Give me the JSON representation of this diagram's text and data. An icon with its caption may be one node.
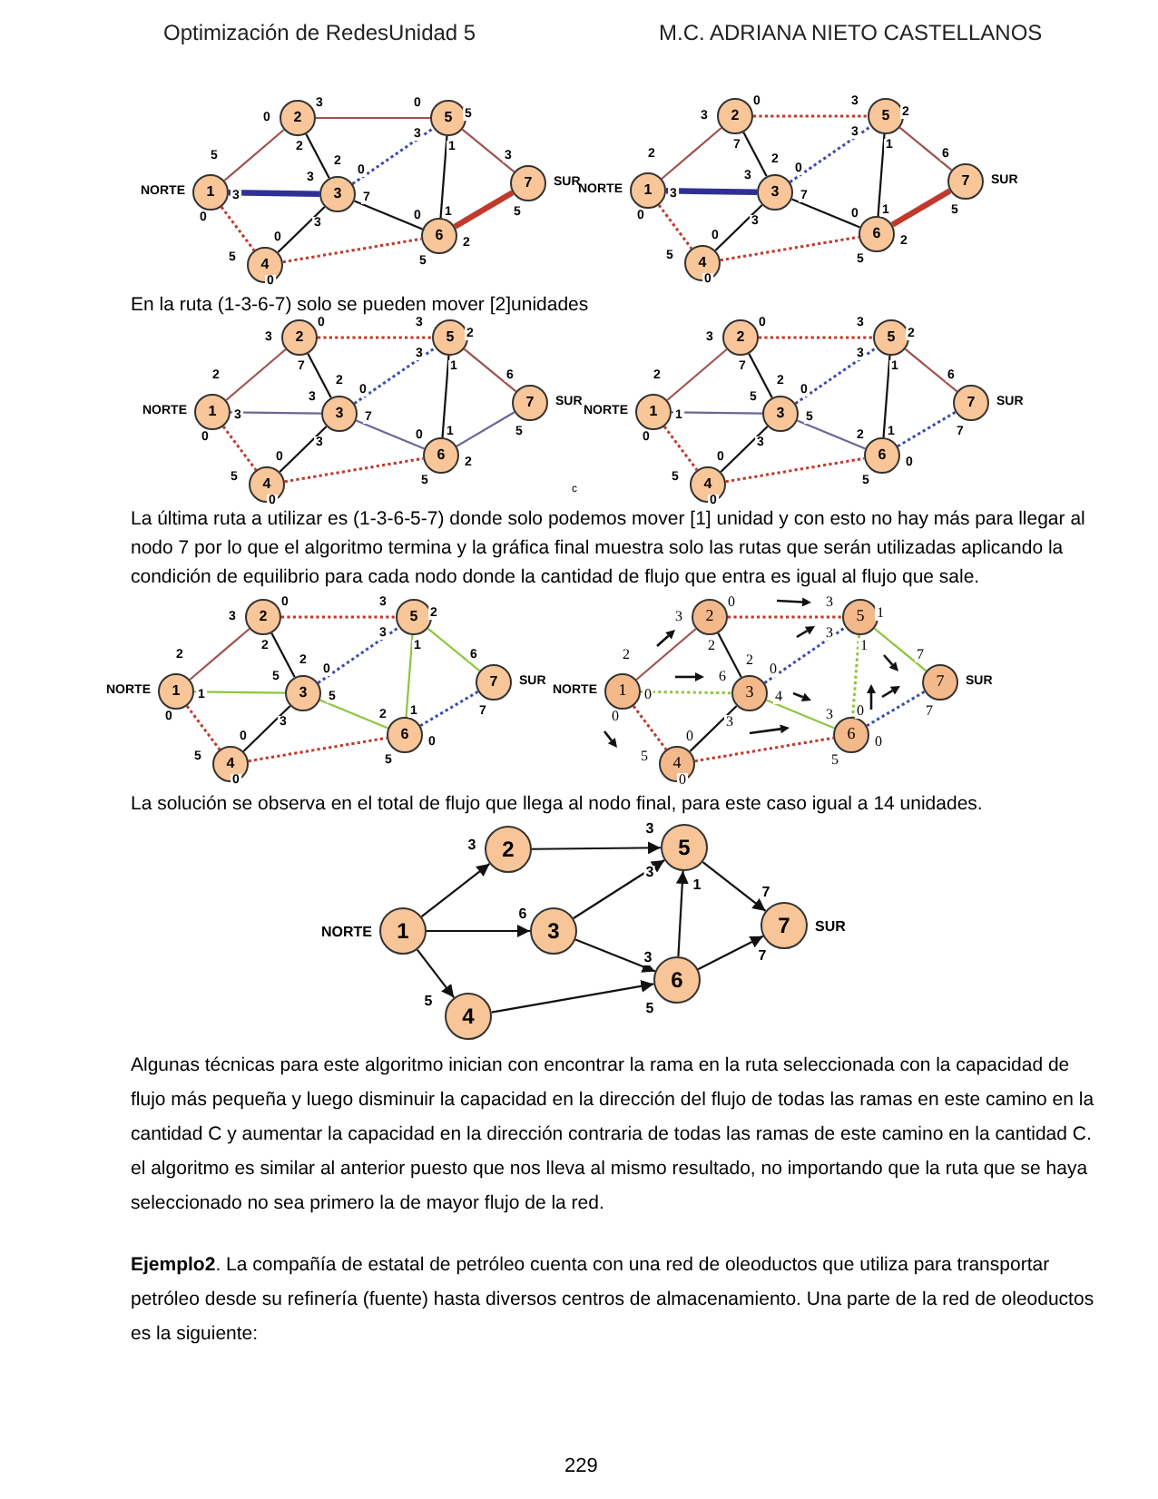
{
  "diagram": {
    "nodes": [
      {
        "text": [
          "1"
        ],
        "beside": [
          "NORTE"
        ]
      },
      {
        "text": [
          "2"
        ]
      },
      {
        "text": [
          "3"
        ]
      },
      {
        "text": [
          "4"
        ]
      },
      {
        "text": [
          "5"
        ]
      },
      {
        "text": [
          "6"
        ]
      },
      {
        "text": [
          "7"
        ],
        "beside": [
          "SUR"
        ]
      },
      {
        "text": [
          "1"
        ],
        "beside": [
          "NORTE"
        ]
      },
      {
        "text": [
          "2"
        ]
      },
      {
        "text": [
          "3"
        ]
      },
      {
        "text": [
          "4"
        ]
      },
      {
        "text": [
          "5"
        ]
      },
      {
        "text": [
          "6"
        ]
      },
      {
        "text": [
          "7"
        ],
        "beside": [
          "SUR"
        ]
      },
      {
        "text": [
          "1"
        ],
        "beside": [
          "NORTE"
        ]
      },
      {
        "text": [
          "2"
        ]
      },
      {
        "text": [
          "3"
        ]
      },
      {
        "text": [
          "4"
        ]
      },
      {
        "text": [
          "5"
        ]
      },
      {
        "text": [
          "6"
        ]
      },
      {
        "text": [
          "7"
        ],
        "beside": [
          "SUR"
        ]
      },
      {
        "text": [
          "1"
        ],
        "beside": [
          "NORTE"
        ]
      },
      {
        "text": [
          "2"
        ]
      },
      {
        "text": [
          "3"
        ]
      },
      {
        "text": [
          "4"
        ]
      },
      {
        "text": [
          "5"
        ]
      },
      {
        "text": [
          "6"
        ]
      },
      {
        "text": [
          "7"
        ],
        "beside": [
          "SUR"
        ]
      },
      {
        "text": [
          "1"
        ],
        "beside": [
          "NORTE"
        ]
      },
      {
        "text": [
          "2"
        ]
      },
      {
        "text": [
          "3"
        ]
      },
      {
        "text": [
          "4"
        ]
      },
      {
        "text": [
          "5"
        ]
      },
      {
        "text": [
          "6"
        ]
      },
      {
        "text": [
          "7"
        ],
        "beside": [
          "SUR"
        ]
      },
      {
        "text": [
          "1"
        ],
        "beside": [
          "NORTE"
        ]
      },
      {
        "text": [
          "2"
        ]
      },
      {
        "text": [
          "3"
        ]
      },
      {
        "text": [
          "4"
        ]
      },
      {
        "text": [
          "5"
        ]
      },
      {
        "text": [
          "6"
        ]
      },
      {
        "text": [
          "7"
        ],
        "beside": [
          "SUR"
        ]
      },
      {
        "text": [
          "1"
        ],
        "beside": [
          "NORTE"
        ]
      },
      {
        "text": [
          "2"
        ]
      },
      {
        "text": [
          "3"
        ]
      },
      {
        "text": [
          "4"
        ]
      },
      {
        "text": [
          "5"
        ]
      },
      {
        "text": [
          "6"
        ]
      },
      {
        "text": [
          "7"
        ],
        "beside": [
          "SUR"
        ]
      }
    ],
    "edges": [
      {
        "from": 0,
        "to": 1,
        "arrow": "none",
        "color": "#a0524f"
      },
      {
        "from": 1,
        "to": 4,
        "arrow": "none",
        "color": "#a0524f"
      },
      {
        "from": 1,
        "to": 2,
        "arrow": "none"
      },
      {
        "from": 0,
        "to": 2,
        "arrow": "none",
        "style": "thick",
        "color": "#2e3192"
      },
      {
        "from": 2,
        "to": 4,
        "arrow": "none",
        "style": "dashed",
        "color": "#3b4bb0"
      },
      {
        "from": 4,
        "to": 5,
        "arrow": "none"
      },
      {
        "from": 4,
        "to": 6,
        "arrow": "none",
        "color": "#a0524f"
      },
      {
        "from": 2,
        "to": 5,
        "arrow": "none"
      },
      {
        "from": 2,
        "to": 3,
        "arrow": "none"
      },
      {
        "from": 0,
        "to": 3,
        "arrow": "none",
        "style": "dashed",
        "color": "#c0392b"
      },
      {
        "from": 3,
        "to": 5,
        "arrow": "none",
        "style": "dashed",
        "color": "#c0392b"
      },
      {
        "from": 5,
        "to": 6,
        "arrow": "none",
        "style": "thick",
        "color": "#c0392b"
      },
      {
        "from": 7,
        "to": 8,
        "arrow": "none",
        "color": "#a0524f"
      },
      {
        "from": 8,
        "to": 11,
        "arrow": "none",
        "style": "dashed",
        "color": "#c0392b"
      },
      {
        "from": 8,
        "to": 9,
        "arrow": "none"
      },
      {
        "from": 7,
        "to": 9,
        "arrow": "none",
        "style": "thick",
        "color": "#2e3192"
      },
      {
        "from": 9,
        "to": 11,
        "arrow": "none",
        "style": "dashed",
        "color": "#3b4bb0"
      },
      {
        "from": 11,
        "to": 12,
        "arrow": "none"
      },
      {
        "from": 11,
        "to": 13,
        "arrow": "none",
        "color": "#a0524f"
      },
      {
        "from": 9,
        "to": 12,
        "arrow": "none"
      },
      {
        "from": 9,
        "to": 10,
        "arrow": "none"
      },
      {
        "from": 7,
        "to": 10,
        "arrow": "none",
        "style": "dashed",
        "color": "#c0392b"
      },
      {
        "from": 10,
        "to": 12,
        "arrow": "none",
        "style": "dashed",
        "color": "#c0392b"
      },
      {
        "from": 12,
        "to": 13,
        "arrow": "none",
        "style": "thick",
        "color": "#c0392b"
      },
      {
        "from": 14,
        "to": 15,
        "arrow": "none",
        "color": "#a0524f"
      },
      {
        "from": 15,
        "to": 18,
        "arrow": "none",
        "style": "dashed",
        "color": "#c0392b"
      },
      {
        "from": 15,
        "to": 16,
        "arrow": "none"
      },
      {
        "from": 14,
        "to": 16,
        "arrow": "none",
        "color": "#6b6699"
      },
      {
        "from": 16,
        "to": 18,
        "arrow": "none",
        "style": "dashed",
        "color": "#3b4bb0"
      },
      {
        "from": 18,
        "to": 19,
        "arrow": "none"
      },
      {
        "from": 18,
        "to": 20,
        "arrow": "none",
        "color": "#a0524f"
      },
      {
        "from": 16,
        "to": 19,
        "arrow": "none",
        "color": "#6b6699"
      },
      {
        "from": 16,
        "to": 17,
        "arrow": "none"
      },
      {
        "from": 14,
        "to": 17,
        "arrow": "none",
        "style": "dashed",
        "color": "#c0392b"
      },
      {
        "from": 17,
        "to": 19,
        "arrow": "none",
        "style": "dashed",
        "color": "#c0392b"
      },
      {
        "from": 19,
        "to": 20,
        "arrow": "none",
        "color": "#6b6699"
      },
      {
        "from": 21,
        "to": 22,
        "arrow": "none",
        "color": "#a0524f"
      },
      {
        "from": 22,
        "to": 25,
        "arrow": "none",
        "style": "dashed",
        "color": "#c0392b"
      },
      {
        "from": 22,
        "to": 23,
        "arrow": "none"
      },
      {
        "from": 21,
        "to": 23,
        "arrow": "none",
        "color": "#6b6699"
      },
      {
        "from": 23,
        "to": 25,
        "arrow": "none",
        "style": "dashed",
        "color": "#3b4bb0"
      },
      {
        "from": 25,
        "to": 26,
        "arrow": "none"
      },
      {
        "from": 25,
        "to": 27,
        "arrow": "none",
        "color": "#a0524f"
      },
      {
        "from": 23,
        "to": 26,
        "arrow": "none",
        "color": "#6b6699"
      },
      {
        "from": 23,
        "to": 24,
        "arrow": "none"
      },
      {
        "from": 21,
        "to": 24,
        "arrow": "none",
        "style": "dashed",
        "color": "#c0392b"
      },
      {
        "from": 24,
        "to": 26,
        "arrow": "none",
        "style": "dashed",
        "color": "#c0392b"
      },
      {
        "from": 26,
        "to": 27,
        "arrow": "none",
        "style": "dashed",
        "color": "#3b4bb0"
      },
      {
        "from": 28,
        "to": 29,
        "arrow": "none",
        "color": "#a0524f"
      },
      {
        "from": 29,
        "to": 32,
        "arrow": "none",
        "style": "dashed",
        "color": "#c0392b"
      },
      {
        "from": 29,
        "to": 30,
        "arrow": "none"
      },
      {
        "from": 28,
        "to": 30,
        "arrow": "none",
        "color": "#8dc63f"
      },
      {
        "from": 30,
        "to": 32,
        "arrow": "none",
        "style": "dashed",
        "color": "#3b4bb0"
      },
      {
        "from": 32,
        "to": 33,
        "arrow": "none",
        "color": "#8dc63f"
      },
      {
        "from": 32,
        "to": 34,
        "arrow": "none",
        "color": "#8dc63f"
      },
      {
        "from": 30,
        "to": 33,
        "arrow": "none",
        "color": "#8dc63f"
      },
      {
        "from": 30,
        "to": 31,
        "arrow": "none"
      },
      {
        "from": 28,
        "to": 31,
        "arrow": "none",
        "style": "dashed",
        "color": "#c0392b"
      },
      {
        "from": 31,
        "to": 33,
        "arrow": "none",
        "style": "dashed",
        "color": "#c0392b"
      },
      {
        "from": 33,
        "to": 34,
        "arrow": "none",
        "style": "dashed",
        "color": "#3b4bb0"
      },
      {
        "from": 35,
        "to": 36,
        "arrow": "none",
        "color": "#a0524f"
      },
      {
        "from": 36,
        "to": 39,
        "arrow": "none",
        "style": "dashed",
        "color": "#c0392b"
      },
      {
        "from": 36,
        "to": 37,
        "arrow": "none"
      },
      {
        "from": 35,
        "to": 37,
        "arrow": "none",
        "style": "dashed",
        "color": "#8dc63f"
      },
      {
        "from": 37,
        "to": 39,
        "arrow": "none",
        "style": "dashed",
        "color": "#3b4bb0"
      },
      {
        "from": 39,
        "to": 40,
        "arrow": "none",
        "style": "dashed",
        "color": "#8dc63f"
      },
      {
        "from": 39,
        "to": 41,
        "arrow": "none",
        "color": "#8dc63f"
      },
      {
        "from": 37,
        "to": 40,
        "arrow": "none",
        "color": "#8dc63f"
      },
      {
        "from": 37,
        "to": 38,
        "arrow": "none"
      },
      {
        "from": 35,
        "to": 38,
        "arrow": "none",
        "style": "dashed",
        "color": "#c0392b"
      },
      {
        "from": 38,
        "to": 40,
        "arrow": "none",
        "style": "dashed",
        "color": "#c0392b"
      },
      {
        "from": 40,
        "to": 41,
        "arrow": "none",
        "style": "dashed",
        "color": "#3b4bb0"
      },
      {
        "from": 42,
        "to": 43,
        "arrow": "to",
        "label": "3"
      },
      {
        "from": 42,
        "to": 44,
        "arrow": "to",
        "label": "6"
      },
      {
        "from": 42,
        "to": 45,
        "arrow": "to",
        "label": "5"
      },
      {
        "from": 43,
        "to": 46,
        "arrow": "to",
        "label": "3"
      },
      {
        "from": 44,
        "to": 46,
        "arrow": "to",
        "label": "3"
      },
      {
        "from": 44,
        "to": 47,
        "arrow": "to",
        "label": "3"
      },
      {
        "from": 45,
        "to": 47,
        "arrow": "to",
        "label": "5"
      },
      {
        "from": 47,
        "to": 46,
        "arrow": "to",
        "label": "1"
      },
      {
        "from": 46,
        "to": 48,
        "arrow": "to",
        "label": "7"
      },
      {
        "from": 47,
        "to": 48,
        "arrow": "to",
        "label": "7"
      }
    ],
    "labels": [
      "Optimización de RedesUnidad 5",
      "M.C. ADRIANA NIETO CASTELLANOS",
      "5",
      "0",
      "3",
      "0",
      "2",
      "2",
      "3",
      "3",
      "0",
      "3",
      "1",
      "1",
      "5",
      "3",
      "7",
      "0",
      "3",
      "0",
      "0",
      "5",
      "0",
      "5",
      "2",
      "5",
      "2",
      "3",
      "0",
      "3",
      "7",
      "2",
      "3",
      "3",
      "0",
      "3",
      "1",
      "1",
      "2",
      "6",
      "7",
      "0",
      "3",
      "0",
      "0",
      "5",
      "0",
      "5",
      "2",
      "5",
      "En la ruta (1-3-6-7) solo se pueden mover [2]unidades",
      "2",
      "3",
      "0",
      "3",
      "7",
      "2",
      "3",
      "3",
      "0",
      "3",
      "1",
      "1",
      "2",
      "6",
      "7",
      "0",
      "3",
      "0",
      "0",
      "5",
      "0",
      "5",
      "2",
      "5",
      "2",
      "3",
      "0",
      "3",
      "7",
      "2",
      "1",
      "5",
      "0",
      "3",
      "1",
      "1",
      "2",
      "6",
      "5",
      "2",
      "3",
      "0",
      "0",
      "5",
      "0",
      "5",
      "0",
      "7",
      "c",
      "La última ruta a utilizar es (1-3-6-5-7) donde solo podemos mover [1] unidad y con esto no hay más para llegar al nodo 7 por lo que el algoritmo termina y la gráfica final muestra solo las rutas que serán utilizadas aplicando la condición de equilibrio para cada nodo donde la cantidad de flujo que entra es igual al flujo que sale.",
      "2",
      "3",
      "0",
      "3",
      "2",
      "2",
      "1",
      "5",
      "0",
      "3",
      "1",
      "1",
      "2",
      "6",
      "5",
      "2",
      "3",
      "0",
      "0",
      "5",
      "0",
      "5",
      "0",
      "7",
      "2",
      "3",
      "0",
      "3",
      "2",
      "2",
      "0",
      "6",
      "0",
      "3",
      "1",
      "0",
      "1",
      "7",
      "4",
      "3",
      "3",
      "0",
      "0",
      "5",
      "0",
      "5",
      "0",
      "7",
      "La solución se observa en el total de flujo que llega al nodo final, para este caso igual a 14 unidades.",
      "Algunas técnicas para este algoritmo inician con encontrar la rama en la ruta seleccionada con la capacidad de flujo más pequeña y luego disminuir la capacidad en la dirección del flujo de todas las ramas en este camino en la cantidad C y aumentar la capacidad en la dirección contraria de todas las ramas de este camino en la cantidad C. el algoritmo es similar al anterior puesto que nos lleva al mismo resultado, no importando que la ruta que se haya seleccionado no sea primero la de mayor flujo de la red.",
      "**Ejemplo2**. La compañía de estatal de petróleo cuenta con una red de oleoductos que utiliza para transportar petróleo desde su refinería (fuente) hasta diversos centros de almacenamiento. Una parte de la red de oleoductos es la siguiente:",
      "229"
    ]
  }
}
